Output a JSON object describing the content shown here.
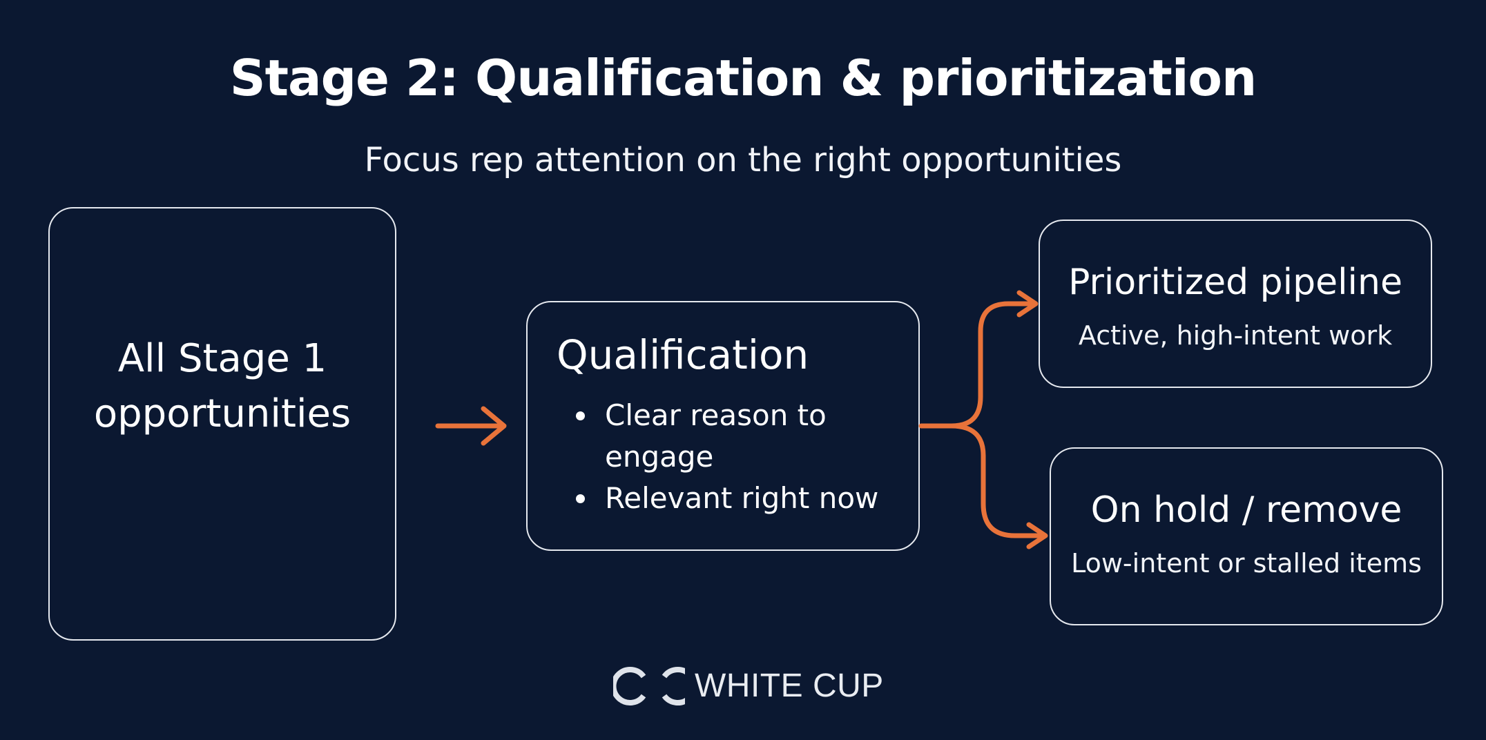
{
  "slide": {
    "title": "Stage 2: Qualification & prioritization",
    "subtitle": "Focus rep attention on the right opportunities"
  },
  "colors": {
    "background": "#0b1831",
    "accent": "#e8733a",
    "text": "#ffffff",
    "box_border": "#e6e9ef"
  },
  "stage1_box": {
    "line1": "All Stage 1",
    "line2": "opportunities"
  },
  "qualification_box": {
    "title": "Qualification",
    "criteria": [
      "Clear reason to engage",
      "Relevant right now"
    ]
  },
  "outcomes": [
    {
      "title": "Prioritized pipeline",
      "description": "Active, high-intent work"
    },
    {
      "title": "On hold / remove",
      "description": "Low-intent or stalled items"
    }
  ],
  "icons": {
    "flow_arrow": "arrow-right-icon",
    "branch_arrows": "branch-arrow-icon",
    "logo_mark": "white-cup-logo-icon"
  },
  "footer": {
    "logo_text": "WHITE CUP"
  }
}
